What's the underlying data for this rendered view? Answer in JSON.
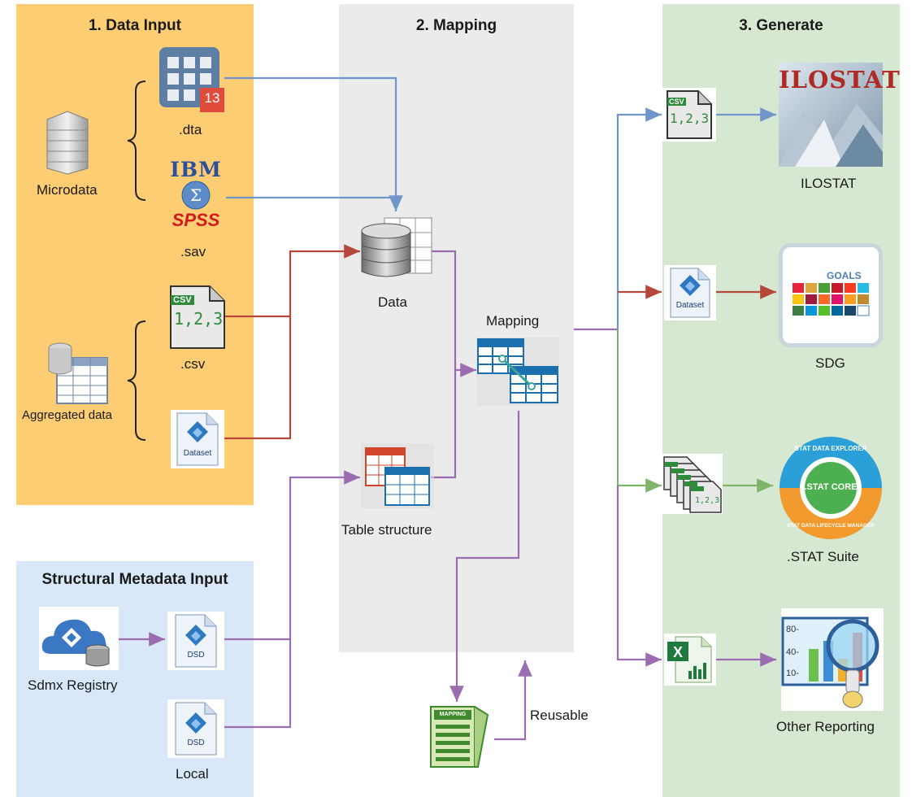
{
  "panels": {
    "input": {
      "title": "1. Data Input",
      "color": "#fccd72"
    },
    "mapping": {
      "title": "2. Mapping",
      "color": "#ebebeb"
    },
    "generate": {
      "title": "3. Generate",
      "color": "#d7e8d2"
    },
    "structural": {
      "title": "Structural Metadata Input",
      "color": "#d9e8f8"
    }
  },
  "labels": {
    "microdata": "Microdata",
    "dta": ".dta",
    "sav": ".sav",
    "csv": ".csv",
    "aggregated": "Aggregated data",
    "data": "Data",
    "mapping": "Mapping",
    "table_structure": "Table structure",
    "sdmx_registry": "Sdmx Registry",
    "local": "Local",
    "reusable": "Reusable",
    "ilostat": "ILOSTAT",
    "sdg": "SDG",
    "stat_suite": ".STAT Suite",
    "other_reporting": "Other Reporting"
  },
  "icon_text": {
    "stata_version": "13",
    "ibm": "IBM",
    "spss": "SPSS",
    "csv_tag": "CSV",
    "csv_numbers": "1,2,3",
    "dataset": "Dataset",
    "dsd": "DSD",
    "mapping_doc": "MAPPING",
    "ilostat_logo": "ILOSTAT",
    "sdg_logo": "GOALS",
    "stat_core": ".STAT CORE",
    "stat_explorer": "STAT DATA EXPLORER",
    "stat_manager": "STAT DATA LIFECYCLE MANAGER",
    "chart_ticks": [
      "80-",
      "40-",
      "10-"
    ]
  },
  "colors": {
    "blue_line": "#6f95c9",
    "red_line": "#b5483b",
    "purple_line": "#9b6db0",
    "green_line": "#7fb56a"
  }
}
